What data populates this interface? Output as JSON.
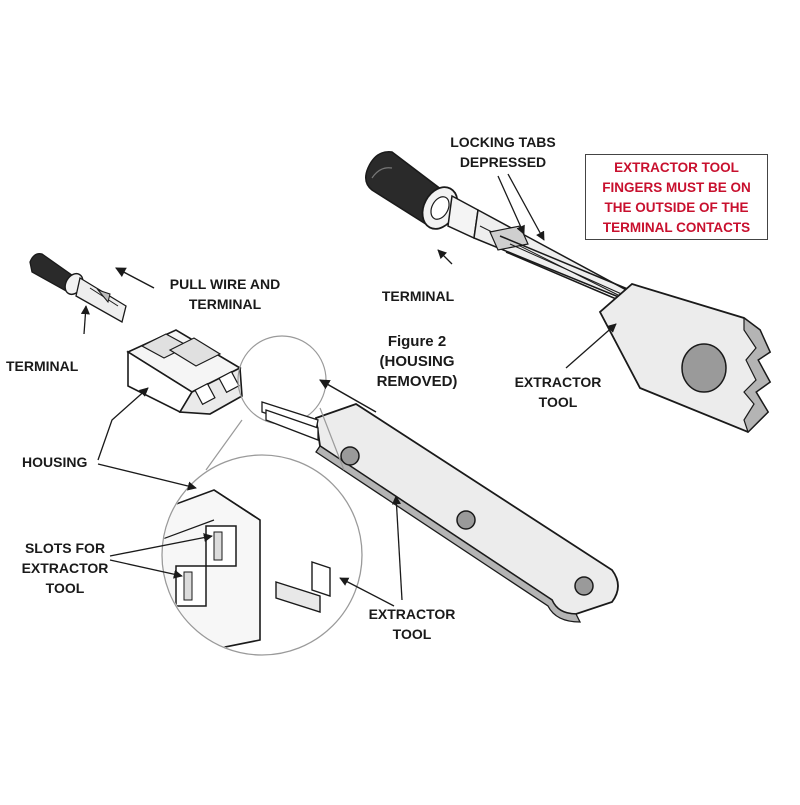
{
  "labels": {
    "locking_tabs": [
      "LOCKING TABS",
      "DEPRESSED"
    ],
    "warning": [
      "EXTRACTOR TOOL",
      "FINGERS MUST BE ON",
      "THE OUTSIDE OF THE",
      "TERMINAL CONTACTS"
    ],
    "pull_wire": [
      "PULL WIRE AND",
      "TERMINAL"
    ],
    "terminal_left": "TERMINAL",
    "terminal_right": "TERMINAL",
    "figure": [
      "Figure 2",
      "(HOUSING",
      "REMOVED)"
    ],
    "extractor_right": [
      "EXTRACTOR",
      "TOOL"
    ],
    "housing": "HOUSING",
    "slots": [
      "SLOTS FOR",
      "EXTRACTOR",
      "TOOL"
    ],
    "extractor_bottom": [
      "EXTRACTOR",
      "TOOL"
    ]
  },
  "colors": {
    "line": "#1a1a1a",
    "metal_fill": "#e6e6e6",
    "metal_shade": "#b4b4b4",
    "warning_text": "#c8102e"
  }
}
